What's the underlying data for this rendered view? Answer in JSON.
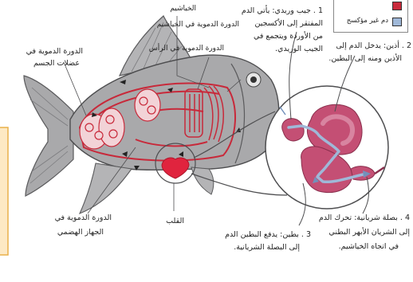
{
  "labels": {
    "gills": "الخياشيم",
    "head_circulation": "الدورة الدموية في الرأس",
    "gills_circulation": "الدورة الدموية في الخياشيم",
    "body_muscle_circulation_l1": "الدورة الدموية في",
    "body_muscle_circulation_l2": "عضلات الجسم",
    "digestive_circulation_l1": "الدورة الدموية في",
    "digestive_circulation_l2": "الجهاز الهضمي",
    "heart": "القلب"
  },
  "steps": {
    "step1_l1": "1 . جيب وريدي: يأتي الدم",
    "step1_l2": "المفتقر إلى الأكسجين",
    "step1_l3": "من الأوردة ويتجمع في",
    "step1_l4": "الجيب الوريدي.",
    "step2_l1": "2 . أذين: يدخل الدم إلى",
    "step2_l2": "الأذين ومنه إلى البطين.",
    "step3_l1": "3 . بطين: يدفع البطين الدم",
    "step3_l2": "إلى البصلة الشريانية.",
    "step4_l1": "4 . بصلة شريانية: تحرك الدم",
    "step4_l2": "إلى الشريان الأبهر البطني",
    "step4_l3": "في اتجاه الخياشيم."
  },
  "legend": {
    "deoxygenated": "دم غير مؤكسج"
  },
  "colors": {
    "fish_gray": "#a9a9ab",
    "fish_dark": "#8e8e91",
    "oxygenated": "#c8293a",
    "deoxygenated": "#9fb8d8",
    "heart_fill": "#c44f74",
    "heart_light": "#d884a0",
    "side_box": "#fde9c4",
    "side_box_border": "#e8b04a"
  }
}
